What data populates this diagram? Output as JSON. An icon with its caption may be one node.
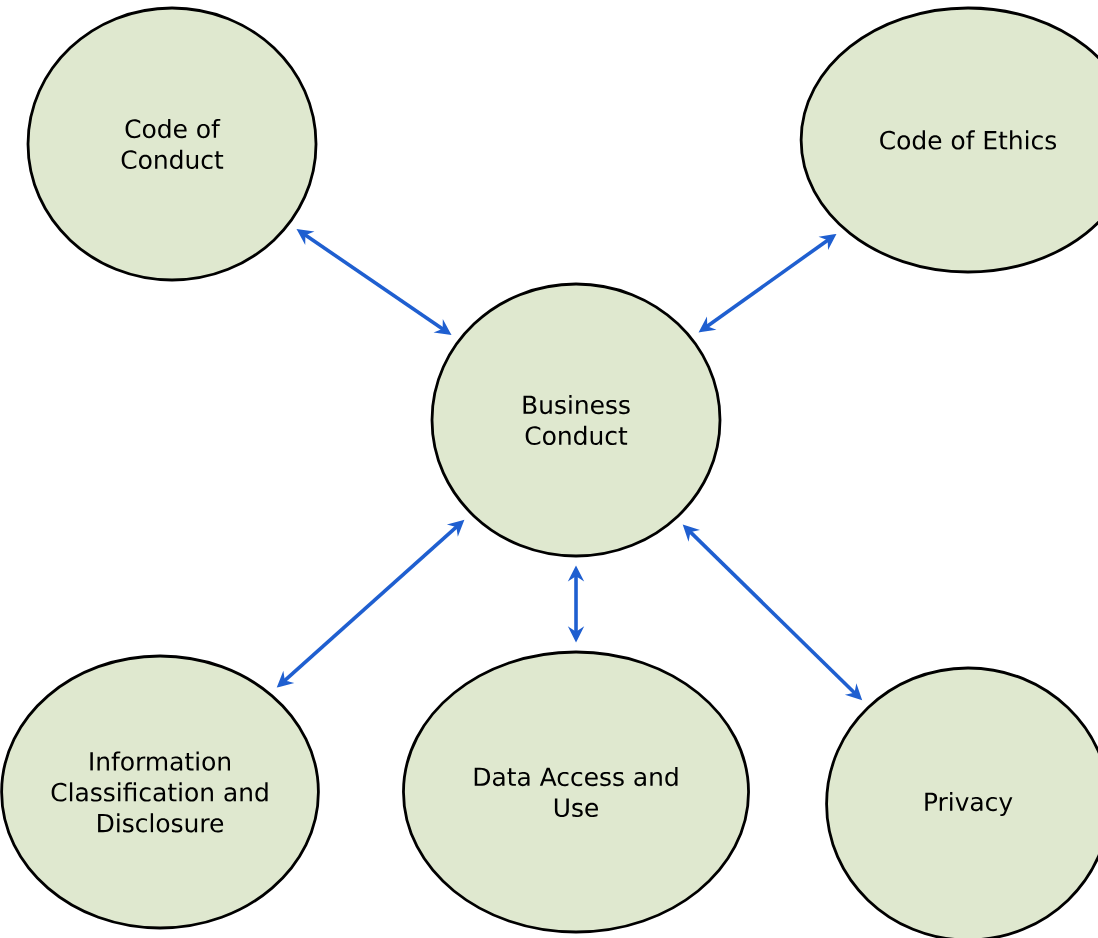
{
  "diagram": {
    "nodes": [
      {
        "text": [
          "Code of Conduct"
        ]
      },
      {
        "text": [
          "Code of Ethics"
        ]
      },
      {
        "text": [
          "Business Conduct"
        ]
      },
      {
        "text": [
          "Information Classification and Disclosure"
        ]
      },
      {
        "text": [
          "Data Access and Use"
        ]
      },
      {
        "text": [
          "Privacy"
        ]
      }
    ],
    "edges": [
      {
        "from": 0,
        "to": 2,
        "arrow": "both"
      },
      {
        "from": 1,
        "to": 2,
        "arrow": "both"
      },
      {
        "from": 3,
        "to": 2,
        "arrow": "both"
      },
      {
        "from": 4,
        "to": 2,
        "arrow": "both"
      },
      {
        "from": 5,
        "to": 2,
        "arrow": "both"
      }
    ]
  }
}
